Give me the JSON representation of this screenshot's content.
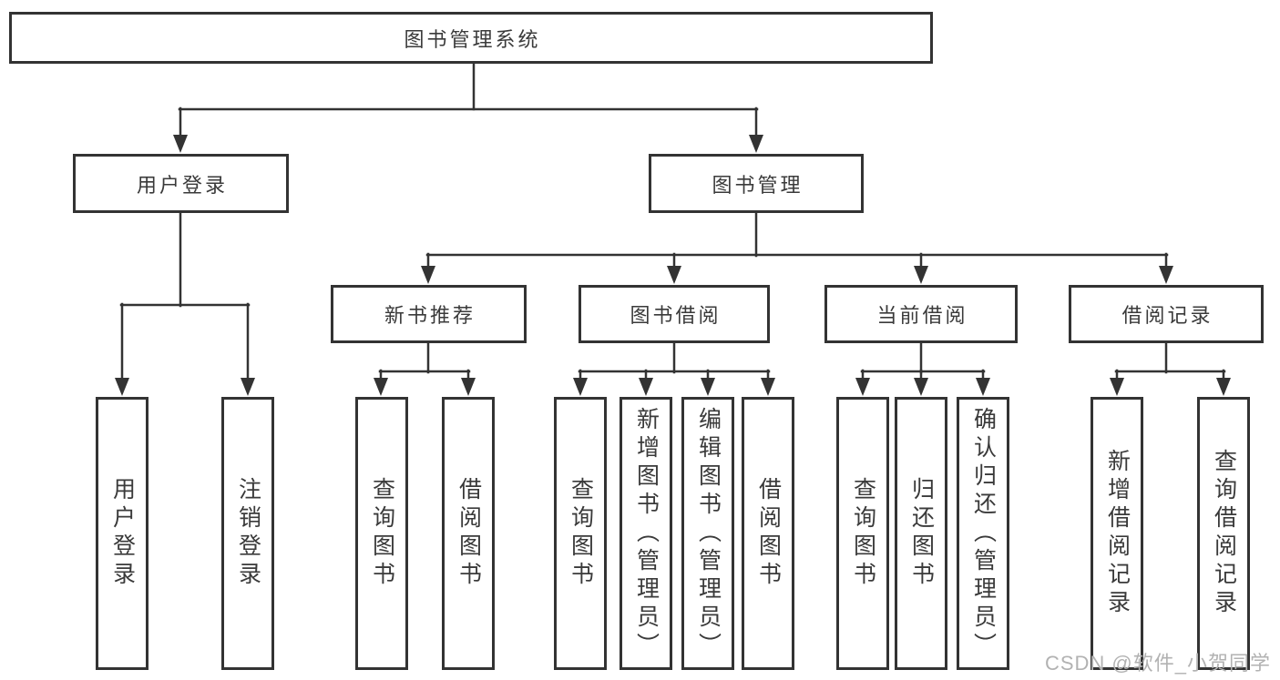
{
  "chart": {
    "type": "tree-diagram",
    "root": {
      "label": "图书管理系统"
    },
    "branches": [
      {
        "id": "user-login",
        "label": "用户登录",
        "children": [
          "用户登录",
          "注销登录"
        ]
      },
      {
        "id": "book-management",
        "label": "图书管理"
      }
    ],
    "modules": [
      {
        "id": "new-book-recommendation",
        "label": "新书推荐",
        "children": [
          "查询图书",
          "借阅图书"
        ]
      },
      {
        "id": "book-borrowing",
        "label": "图书借阅",
        "children": [
          "查询图书",
          "新增图书（管理员）",
          "编辑图书（管理员）",
          "借阅图书"
        ]
      },
      {
        "id": "current-borrowing",
        "label": "当前借阅",
        "children": [
          "查询图书",
          "归还图书",
          "确认归还（管理员）"
        ]
      },
      {
        "id": "borrowing-records",
        "label": "借阅记录",
        "children": [
          "新增借阅记录",
          "查询借阅记录"
        ]
      }
    ],
    "watermark": "CSDN @软件_小贺同学",
    "colors": {
      "line": "#333333",
      "text": "#3a3a3a",
      "watermark": "#b2b2b2",
      "background": "#ffffff"
    }
  }
}
